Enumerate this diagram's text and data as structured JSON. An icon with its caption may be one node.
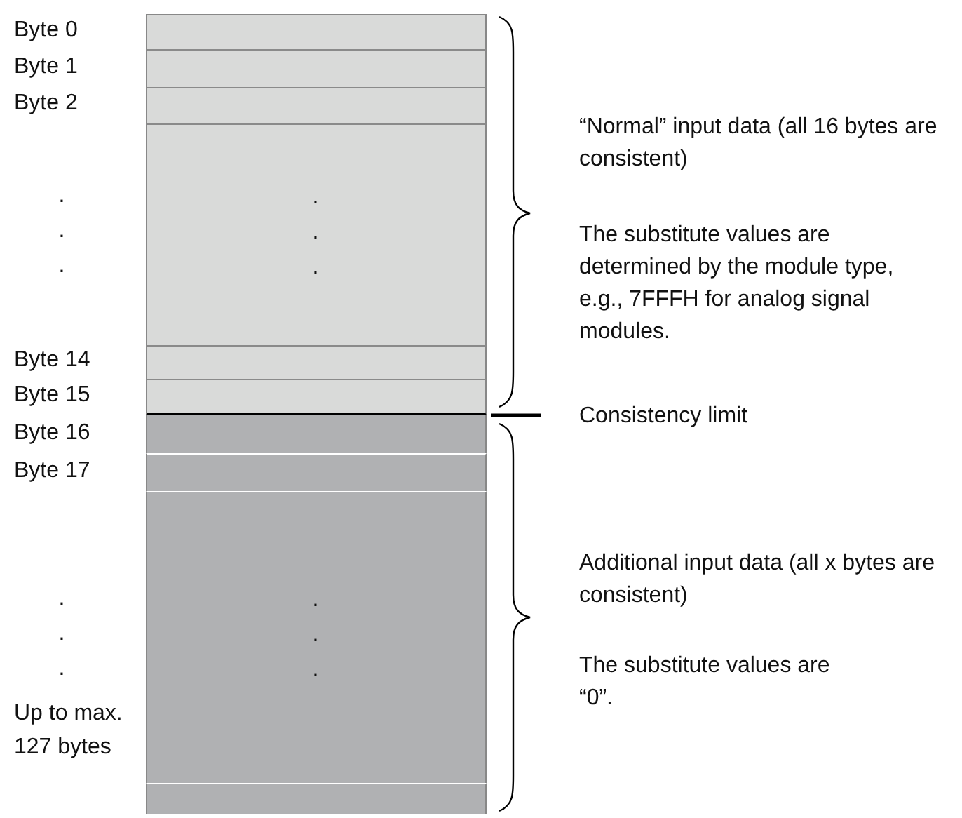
{
  "diagram": {
    "nodes": [
      {
        "text": [],
        "shape": "bar",
        "beside": [
          "Byte 0"
        ]
      },
      {
        "text": [],
        "shape": "bar",
        "beside": [
          "Byte 1"
        ]
      },
      {
        "text": [],
        "shape": "bar",
        "beside": [
          "Byte 2"
        ]
      },
      {
        "text": [
          ". . ."
        ],
        "beside": [
          ". . ."
        ]
      },
      {
        "text": [],
        "shape": "bar",
        "beside": [
          "Byte 14"
        ]
      },
      {
        "text": [],
        "shape": "bar",
        "beside": [
          "Byte 15"
        ]
      },
      {
        "text": [],
        "shape": "bar",
        "beside": [
          "Byte 16"
        ]
      },
      {
        "text": [],
        "shape": "bar",
        "beside": [
          "Byte 17"
        ]
      },
      {
        "text": [
          ". . ."
        ],
        "beside": [
          ". . ."
        ]
      },
      {
        "text": [],
        "shape": "bar",
        "beside": [
          "Up to max. 127 bytes"
        ]
      }
    ],
    "labels": [
      "“Normal” input data (all 16 bytes are consistent)",
      "The substitute values are determined by the module type, e.g., 7FFFH for analog signal modules.",
      "Consistency limit",
      "Additional input data (all x bytes are consistent)",
      "The substitute values are “0”."
    ]
  }
}
